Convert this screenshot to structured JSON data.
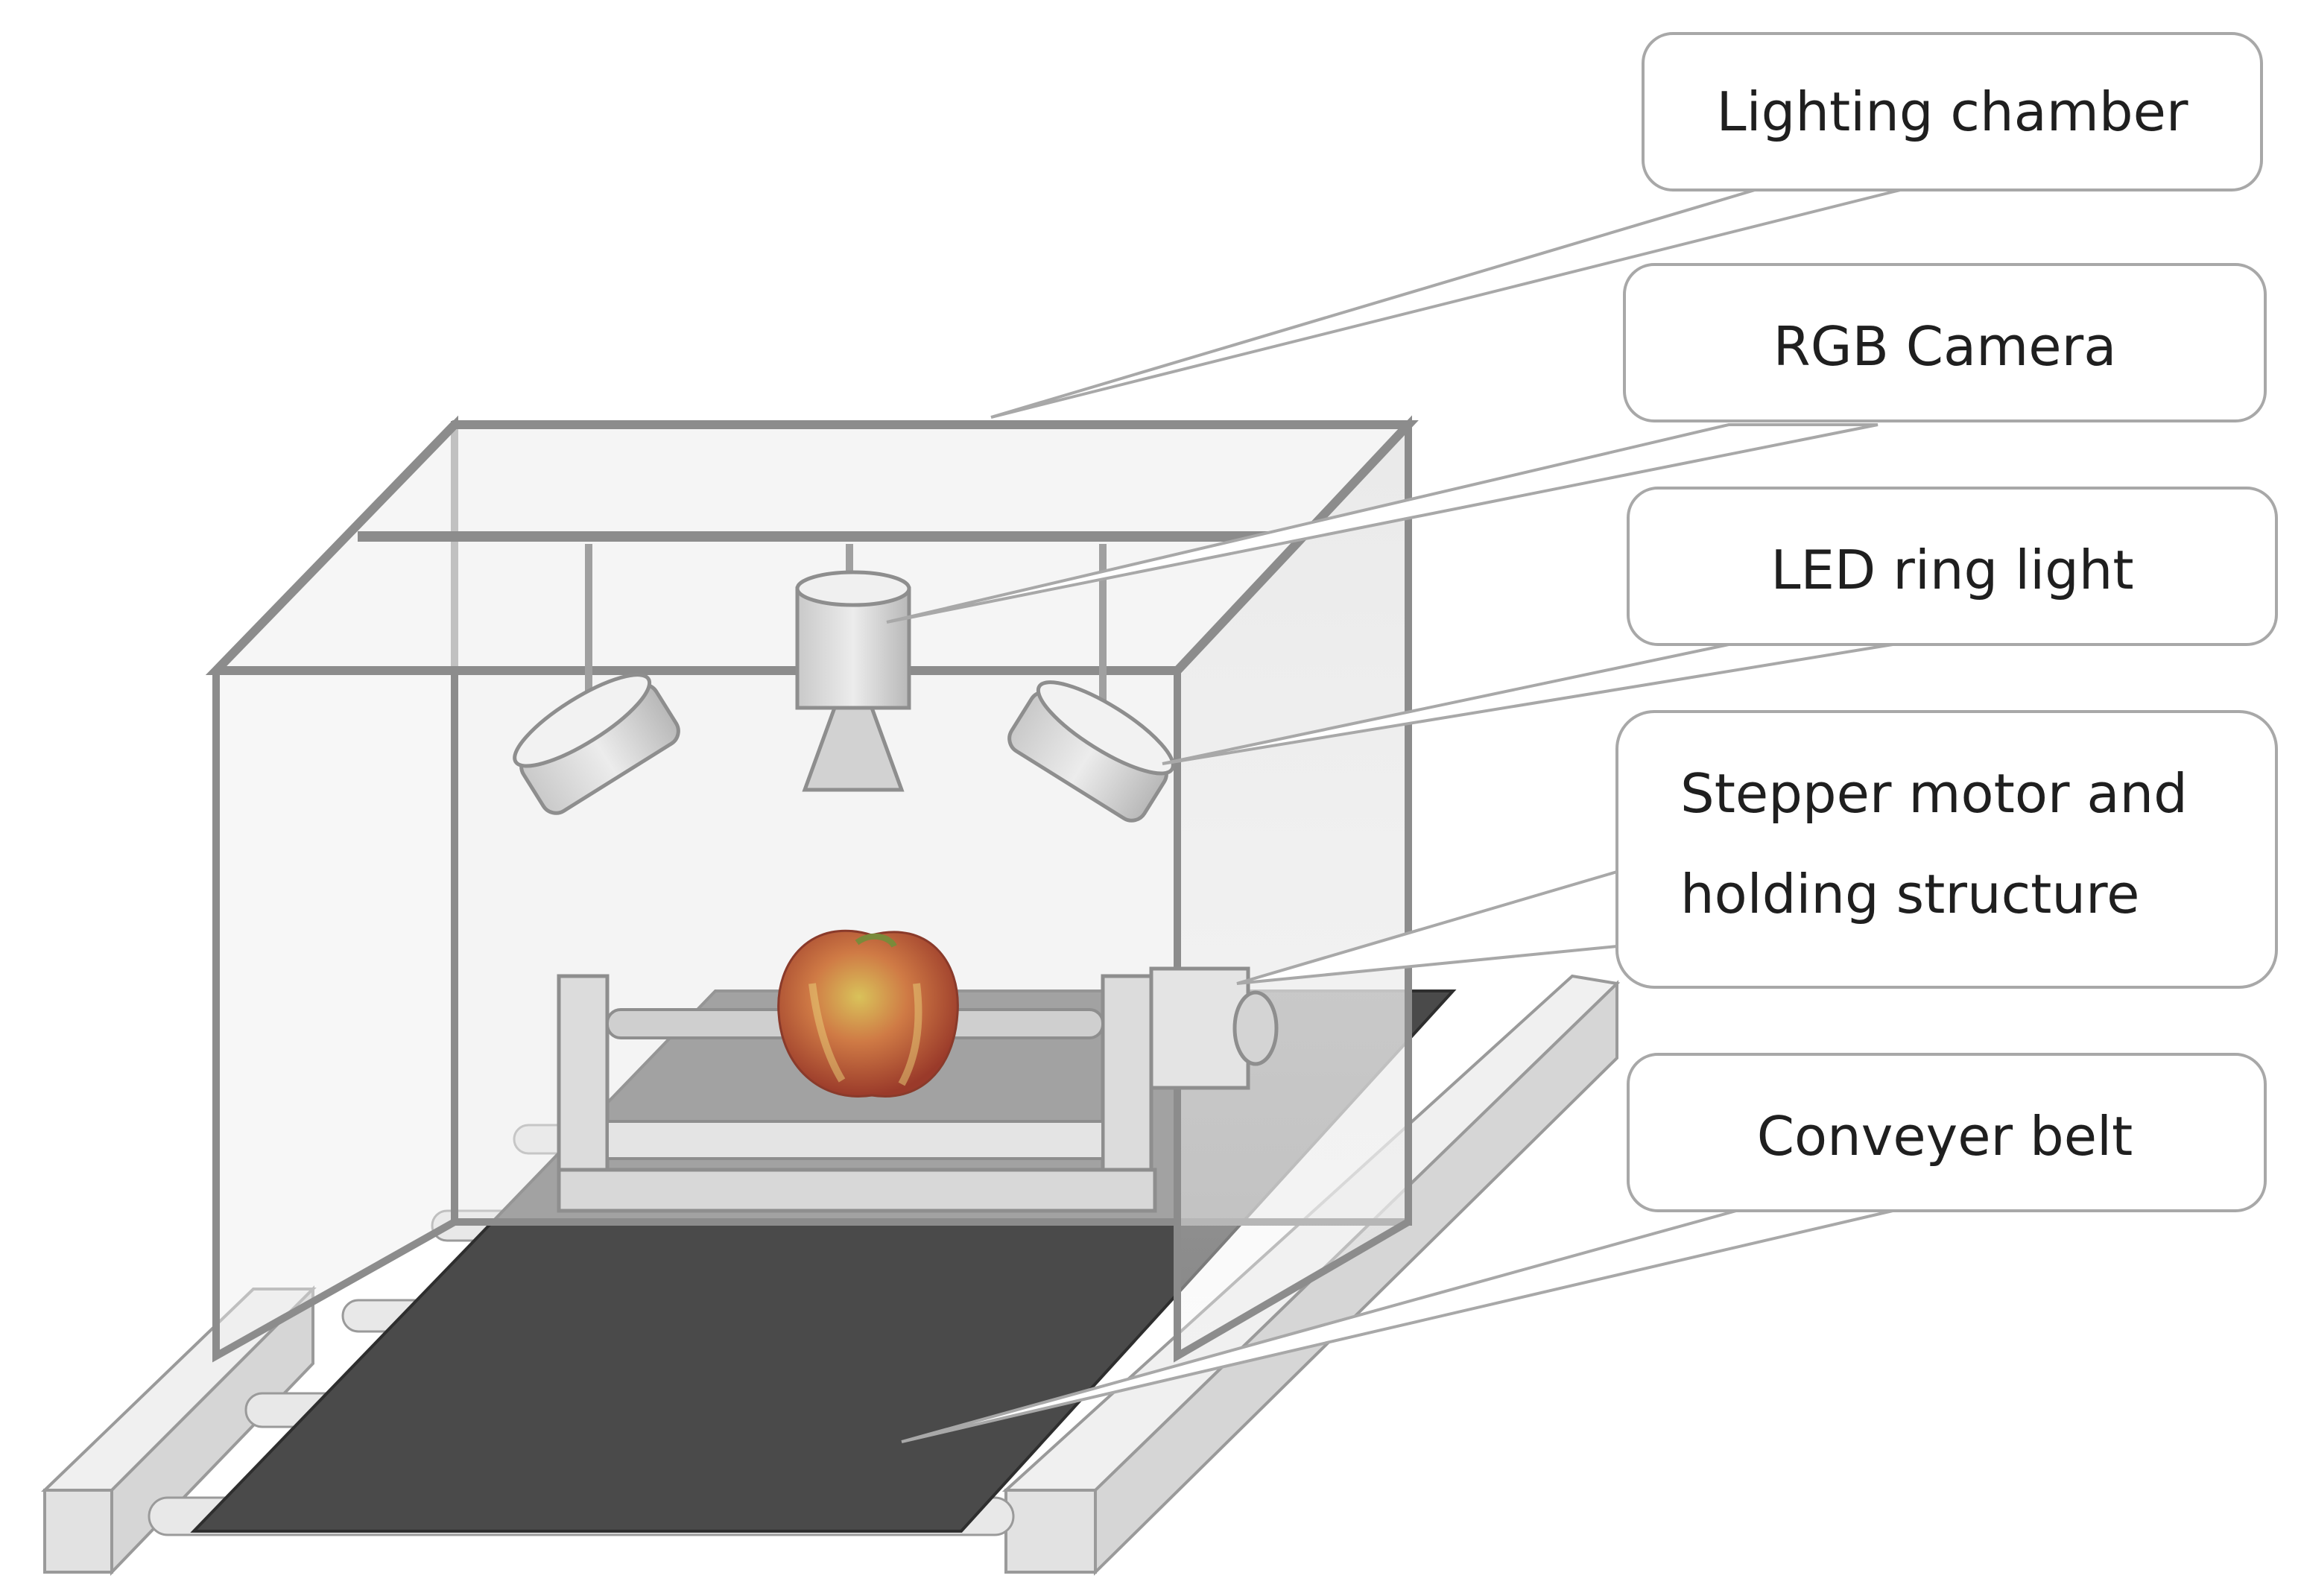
{
  "labels": {
    "lighting_chamber": "Lighting chamber",
    "rgb_camera": "RGB Camera",
    "led_ring_light": "LED ring light",
    "stepper_motor_line1": "Stepper motor and",
    "stepper_motor_line2": "holding structure",
    "conveyer_belt": "Conveyer belt"
  },
  "colors": {
    "frame": "#8c8c8c",
    "belt": "#4a4a4a",
    "rail": "#ececec",
    "apple": "#c8503a",
    "callout_border": "#a8a8a8"
  }
}
